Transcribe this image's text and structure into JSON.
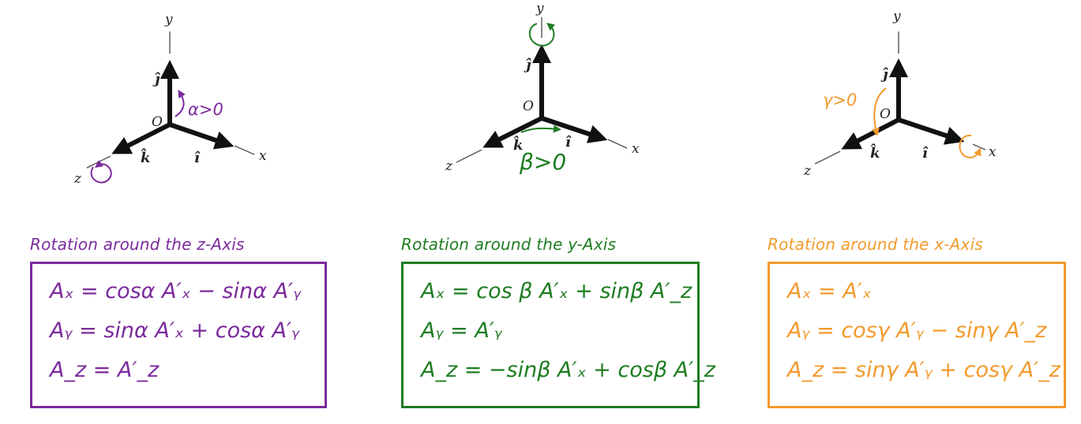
{
  "colors": {
    "z": "#7b2a9c",
    "y": "#1e7d22",
    "x": "#f39a2d",
    "axes": "#111111"
  },
  "axis_labels": {
    "x": "x",
    "y": "y",
    "z": "z",
    "origin": "O",
    "i_hat": "î",
    "j_hat": "ĵ",
    "k_hat": "k̂"
  },
  "panels": [
    {
      "title": "Rotation around the z-Axis",
      "angle_label": "α>0",
      "equations": [
        "Aₓ = cosα A′ₓ − sinα A′ᵧ",
        "Aᵧ = sinα A′ₓ + cosα A′ᵧ",
        "A_z = A′_z"
      ]
    },
    {
      "title": "Rotation around the y-Axis",
      "angle_label": "β>0",
      "equations": [
        "Aₓ = cos β A′ₓ + sinβ A′_z",
        "Aᵧ = A′ᵧ",
        "A_z = −sinβ A′ₓ + cosβ A′_z"
      ]
    },
    {
      "title": "Rotation around the x-Axis",
      "angle_label": "γ>0",
      "equations": [
        "Aₓ = A′ₓ",
        "Aᵧ = cosγ A′ᵧ − sinγ A′_z",
        "A_z = sinγ A′ᵧ + cosγ A′_z"
      ]
    }
  ]
}
